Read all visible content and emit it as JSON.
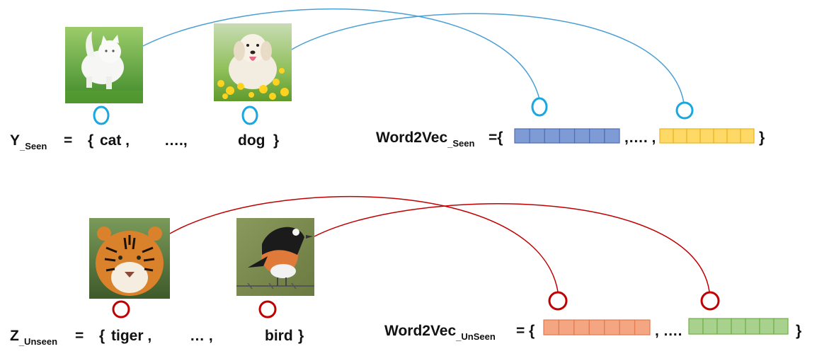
{
  "seen": {
    "set_label_main": "Y",
    "set_label_sub": "_Seen",
    "equals": "=",
    "open_brace": "{",
    "item_first": "cat ,",
    "ellipsis": "….,",
    "item_last": "dog",
    "close_brace": "}",
    "images": [
      {
        "name": "cat-photo",
        "subject": "white kitten running on grass"
      },
      {
        "name": "dog-photo",
        "subject": "golden retriever puppy in yellow flowers"
      }
    ],
    "w2v_main": "Word2Vec",
    "w2v_sub": "_Seen",
    "w2v_eq": "={",
    "w2v_sep": ",…. ,",
    "w2v_close": "}",
    "vector_colors": [
      {
        "fill": "#7f9bd6",
        "stroke": "#4f6fb5"
      },
      {
        "fill": "#ffd966",
        "stroke": "#e6b325"
      }
    ],
    "link_color": "#4a9fd4",
    "marker_color": "#19a7e0"
  },
  "unseen": {
    "set_label_main": "Z",
    "set_label_sub": "_Unseen",
    "equals": "=",
    "open_brace": "{",
    "item_first": "tiger ,",
    "ellipsis": "…   ,",
    "item_last": "bird",
    "close_brace": "}",
    "images": [
      {
        "name": "tiger-photo",
        "subject": "bengal tiger face"
      },
      {
        "name": "bird-photo",
        "subject": "robin perched on barbed wire"
      }
    ],
    "w2v_main": "Word2Vec",
    "w2v_sub": "_UnSeen",
    "w2v_eq": "= {",
    "w2v_sep": ", ….",
    "w2v_close": "}",
    "vector_colors": [
      {
        "fill": "#f4a582",
        "stroke": "#e07a4f"
      },
      {
        "fill": "#a9d18e",
        "stroke": "#70ad47"
      }
    ],
    "link_color": "#c00000",
    "marker_color": "#c00000"
  }
}
